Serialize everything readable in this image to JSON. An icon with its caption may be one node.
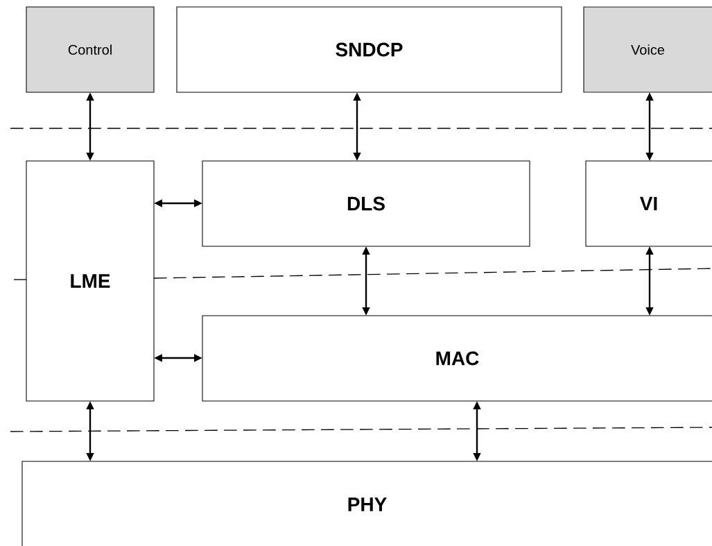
{
  "diagram": {
    "nodes": [
      {
        "text": [
          "Control"
        ]
      },
      {
        "text": [
          "SNDCP"
        ]
      },
      {
        "text": [
          "Voice"
        ]
      },
      {
        "text": [
          "LME"
        ]
      },
      {
        "text": [
          "DLS"
        ]
      },
      {
        "text": [
          "VI"
        ]
      },
      {
        "text": [
          "MAC"
        ]
      },
      {
        "text": [
          "PHY"
        ]
      }
    ],
    "edges": [
      {
        "from": 0,
        "to": 3,
        "arrow": "both"
      },
      {
        "from": 1,
        "to": 4,
        "arrow": "both"
      },
      {
        "from": 2,
        "to": 5,
        "arrow": "both"
      },
      {
        "from": 3,
        "to": 4,
        "arrow": "both"
      },
      {
        "from": 4,
        "to": 6,
        "arrow": "both"
      },
      {
        "from": 5,
        "to": 6,
        "arrow": "both"
      },
      {
        "from": 3,
        "to": 6,
        "arrow": "both"
      },
      {
        "from": 3,
        "to": 7,
        "arrow": "both"
      },
      {
        "from": 6,
        "to": 7,
        "arrow": "both"
      }
    ]
  }
}
